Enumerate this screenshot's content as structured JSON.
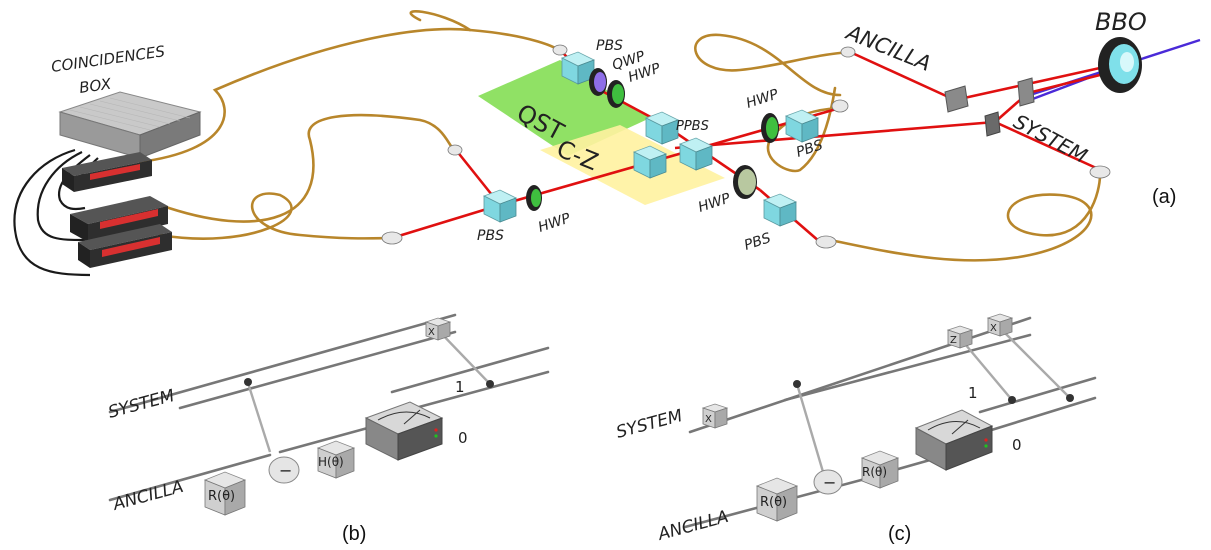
{
  "panels": {
    "a": "(a)",
    "b": "(b)",
    "c": "(c)"
  },
  "setup": {
    "box_line1": "COINCIDENCES",
    "box_line2": "BOX",
    "bbo": "BBO",
    "ancilla": "ANCILLA",
    "system": "SYSTEM",
    "qst": "QST",
    "cz": "C-Z",
    "pbs": "PBS",
    "ppbs": "PPBS",
    "qwp": "QWP",
    "hwp": "HWP"
  },
  "circuit_b": {
    "system": "SYSTEM",
    "ancilla": "ANCILLA",
    "r_gate": "R(θ)",
    "h_gate": "H(θ)",
    "cz_gate": "−",
    "x_gate": "X",
    "out1": "1",
    "out0": "0"
  },
  "circuit_c": {
    "system": "SYSTEM",
    "ancilla": "ANCILLA",
    "x_in": "X",
    "r_gate": "R(θ)",
    "h_gate": "R(θ)",
    "cz_gate": "−",
    "z_gate": "Z",
    "x_gate": "X",
    "out1": "1",
    "out0": "0"
  },
  "colors": {
    "fiber": "#b8862b",
    "beam": "#e01010",
    "pump": "#4a2ad8",
    "qst_plate": "#7ddc4a",
    "cz_plate": "#fff2a0",
    "cube": "#7fd7e0"
  }
}
